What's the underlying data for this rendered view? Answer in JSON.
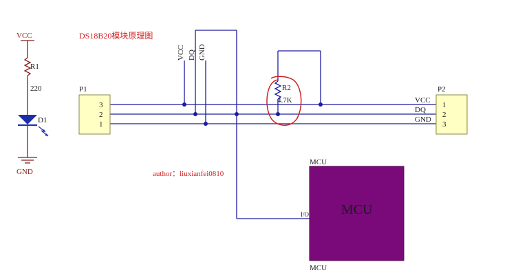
{
  "title": "DS18B20模块原理图",
  "author": "author：liuxianfei0810",
  "power": {
    "vcc_label": "VCC",
    "gnd_label": "GND",
    "resistor_ref": "R1",
    "resistor_value": "220",
    "led_ref": "D1"
  },
  "bus_labels": [
    "VCC",
    "DQ",
    "GND"
  ],
  "pullup": {
    "ref": "R2",
    "value": "4.7K"
  },
  "p1": {
    "ref": "P1",
    "pins": [
      "3",
      "2",
      "1"
    ]
  },
  "p2": {
    "ref": "P2",
    "pins": [
      "1",
      "2",
      "3"
    ],
    "net_labels": [
      "VCC",
      "DQ",
      "GND"
    ]
  },
  "mcu": {
    "top_label": "MCU",
    "body_label": "MCU",
    "bottom_label": "MCU",
    "pin_label": "I/O"
  },
  "colors": {
    "wire": "#1c1c9e",
    "power_wire": "#8a1a1a",
    "mcu_fill": "#7a0a7a",
    "connector_fill": "#ffffc4",
    "annotation": "#d02020",
    "led": "#1c2ea8"
  }
}
